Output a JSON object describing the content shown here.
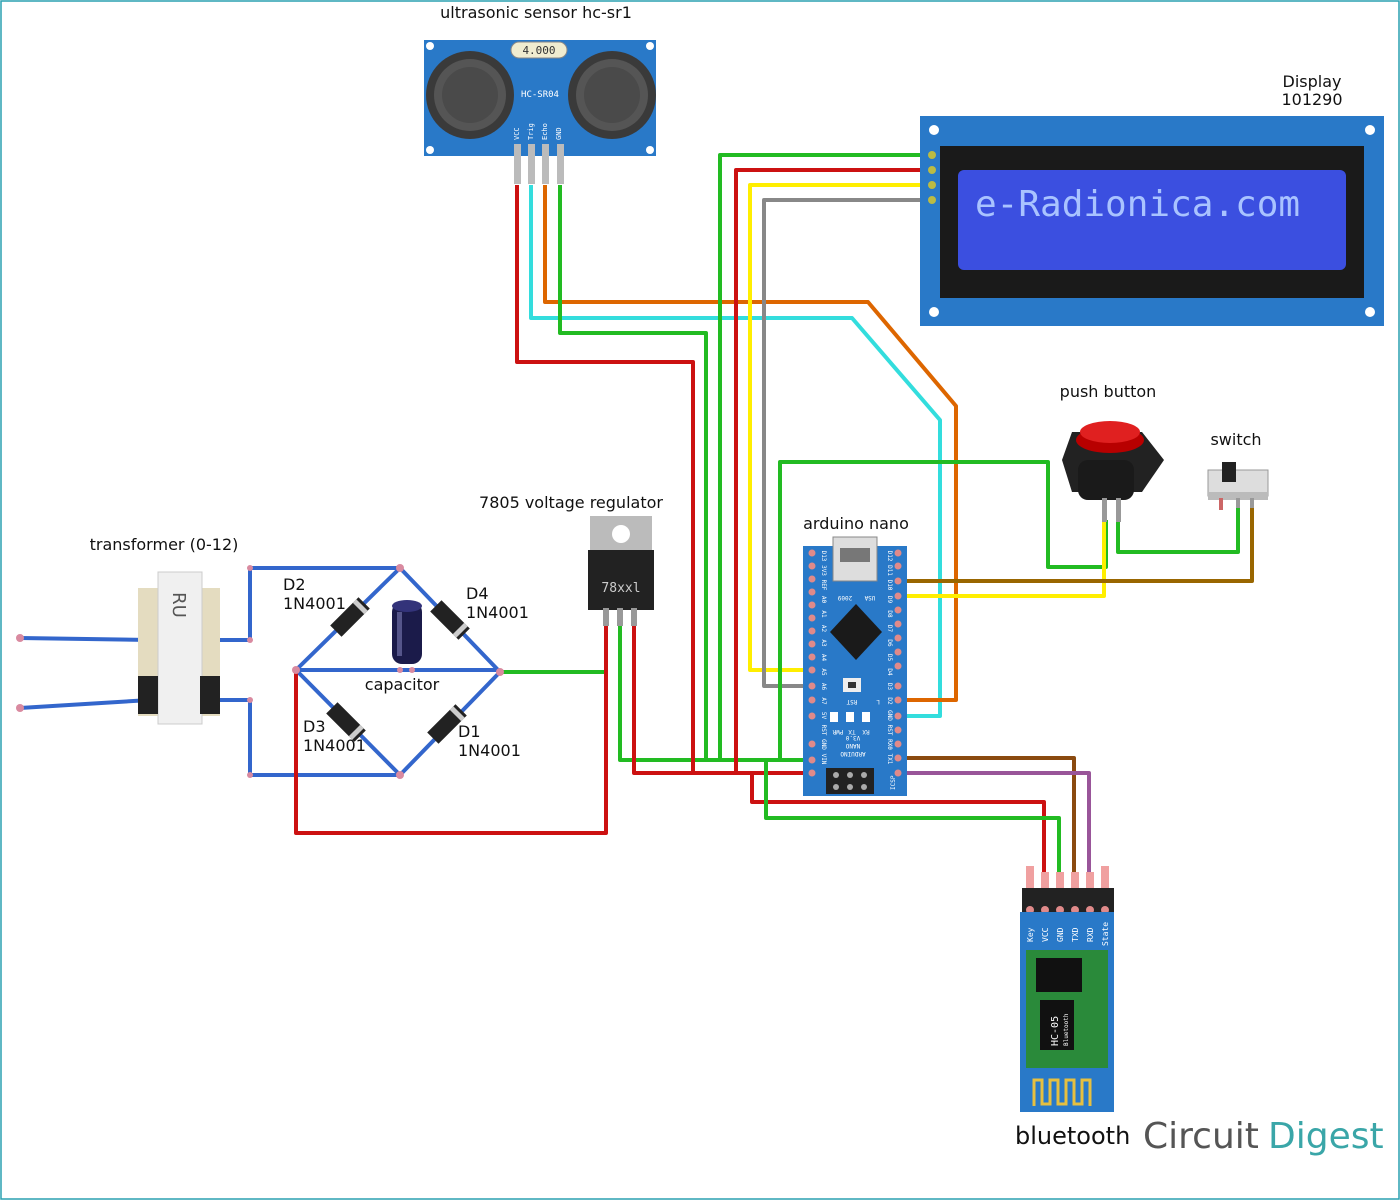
{
  "labels": {
    "ultrasonic": "ultrasonic sensor hc-sr1",
    "display_name": "Display",
    "display_code": "101290",
    "push_button": "push button",
    "switch": "switch",
    "regulator": "7805 voltage regulator",
    "arduino": "arduino nano",
    "transformer": "transformer (0-12)",
    "capacitor": "capacitor",
    "bluetooth": "bluetooth",
    "d1": "D1",
    "d2": "D2",
    "d3": "D3",
    "d4": "D4",
    "diode_part": "1N4001"
  },
  "brand": {
    "circuit": "Circuit",
    "digest": "Digest"
  },
  "ultrasonic": {
    "model": "HC-SR04",
    "readout": "4.000",
    "pins": [
      "VCC",
      "Trig",
      "Echo",
      "GND"
    ]
  },
  "lcd": {
    "text": "e-Radionica.com"
  },
  "regulator": {
    "marking": "78xxl"
  },
  "transformer": {
    "marking": "RU"
  },
  "nano": {
    "left_pins": [
      "D12",
      "D11",
      "D10",
      "D9",
      "D8",
      "D7",
      "D6",
      "D5",
      "D4",
      "D3",
      "D2",
      "GND",
      "RST",
      "RX0",
      "TX1"
    ],
    "right_pins": [
      "D13",
      "3V3",
      "REF",
      "A0",
      "A1",
      "A2",
      "A3",
      "A4",
      "A5",
      "A6",
      "A7",
      "5V",
      "RST",
      "GND",
      "VIN"
    ],
    "marks": [
      "ARDUINO",
      "NANO",
      "V3.0",
      "RST",
      "PWR",
      "TX",
      "RX",
      "L",
      "ICSP",
      "2009",
      "USA"
    ]
  },
  "bt": {
    "pins": [
      "Key",
      "VCC",
      "GND",
      "TXD",
      "RXD",
      "State"
    ],
    "chip_text": "HC-05",
    "chip_sub": "Bluetooth"
  },
  "colors": {
    "red": "#cc1111",
    "green": "#22bb22",
    "yellow": "#ffee00",
    "grey": "#888888",
    "orange": "#dd6600",
    "cyan": "#33dddd",
    "brown": "#996600",
    "purple": "#995599",
    "blue": "#3366cc",
    "module_blue": "#2979c8",
    "lcd_blue": "#3b4fe0",
    "lcd_text": "#a9c3ff",
    "brand_grey": "#555555",
    "brand_teal": "#3aa6a8"
  }
}
